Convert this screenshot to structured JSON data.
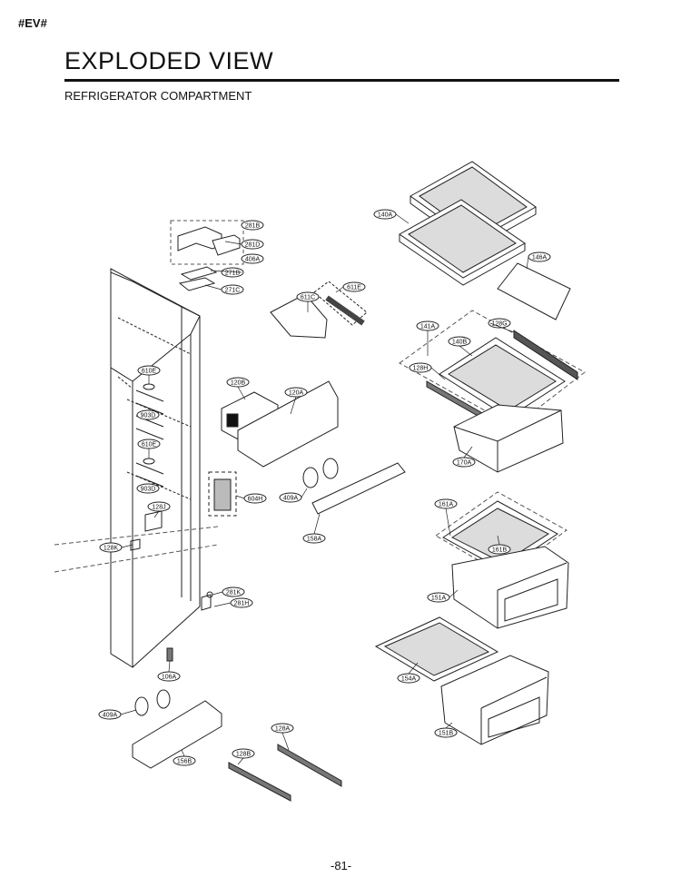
{
  "header": {
    "code": "#EV#",
    "title": "EXPLODED VIEW",
    "subtitle": "REFRIGERATOR COMPARTMENT"
  },
  "footer": {
    "page": "-81-"
  },
  "parts": [
    {
      "id": "p140A",
      "label": "140A"
    },
    {
      "id": "p281B",
      "label": "281B"
    },
    {
      "id": "p281D",
      "label": "281D"
    },
    {
      "id": "p406A",
      "label": "406A"
    },
    {
      "id": "p271B",
      "label": "271B"
    },
    {
      "id": "p271C",
      "label": "271C"
    },
    {
      "id": "p146A",
      "label": "146A"
    },
    {
      "id": "p611E",
      "label": "611E"
    },
    {
      "id": "p611C",
      "label": "611C"
    },
    {
      "id": "p141A",
      "label": "141A"
    },
    {
      "id": "p128G",
      "label": "128G"
    },
    {
      "id": "p140B",
      "label": "140B"
    },
    {
      "id": "p128H",
      "label": "128H"
    },
    {
      "id": "p610E_a",
      "label": "610E"
    },
    {
      "id": "p120B",
      "label": "120B"
    },
    {
      "id": "p120A",
      "label": "120A"
    },
    {
      "id": "p903D_a",
      "label": "903D"
    },
    {
      "id": "p610E_b",
      "label": "610E"
    },
    {
      "id": "p170A",
      "label": "170A"
    },
    {
      "id": "p903D_b",
      "label": "903D"
    },
    {
      "id": "p604H",
      "label": "604H"
    },
    {
      "id": "p409A_a",
      "label": "409A"
    },
    {
      "id": "p161A",
      "label": "161A"
    },
    {
      "id": "p128J",
      "label": "128J"
    },
    {
      "id": "p158A",
      "label": "158A"
    },
    {
      "id": "p128K",
      "label": "128K"
    },
    {
      "id": "p161B",
      "label": "161B"
    },
    {
      "id": "p281K",
      "label": "281K"
    },
    {
      "id": "p281H",
      "label": "281H"
    },
    {
      "id": "p151A",
      "label": "151A"
    },
    {
      "id": "p106A",
      "label": "106A"
    },
    {
      "id": "p154A",
      "label": "154A"
    },
    {
      "id": "p409A_b",
      "label": "409A"
    },
    {
      "id": "p128A",
      "label": "128A"
    },
    {
      "id": "p151B",
      "label": "151B"
    },
    {
      "id": "p128B",
      "label": "128B"
    },
    {
      "id": "p156B",
      "label": "156B"
    }
  ]
}
